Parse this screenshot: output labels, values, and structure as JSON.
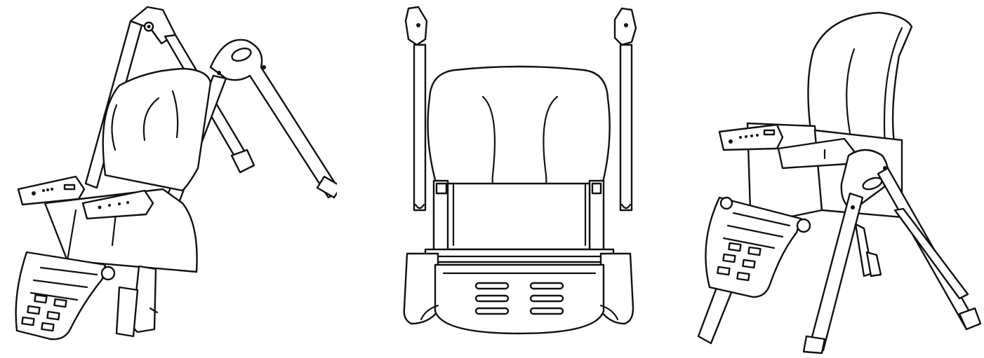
{
  "figure": {
    "background": "#ffffff",
    "line_color": "#111111",
    "views": [
      {
        "id": "folding",
        "icon": "high-chair-folding-icon"
      },
      {
        "id": "front",
        "icon": "high-chair-front-icon"
      },
      {
        "id": "side",
        "icon": "high-chair-side-icon"
      }
    ]
  }
}
